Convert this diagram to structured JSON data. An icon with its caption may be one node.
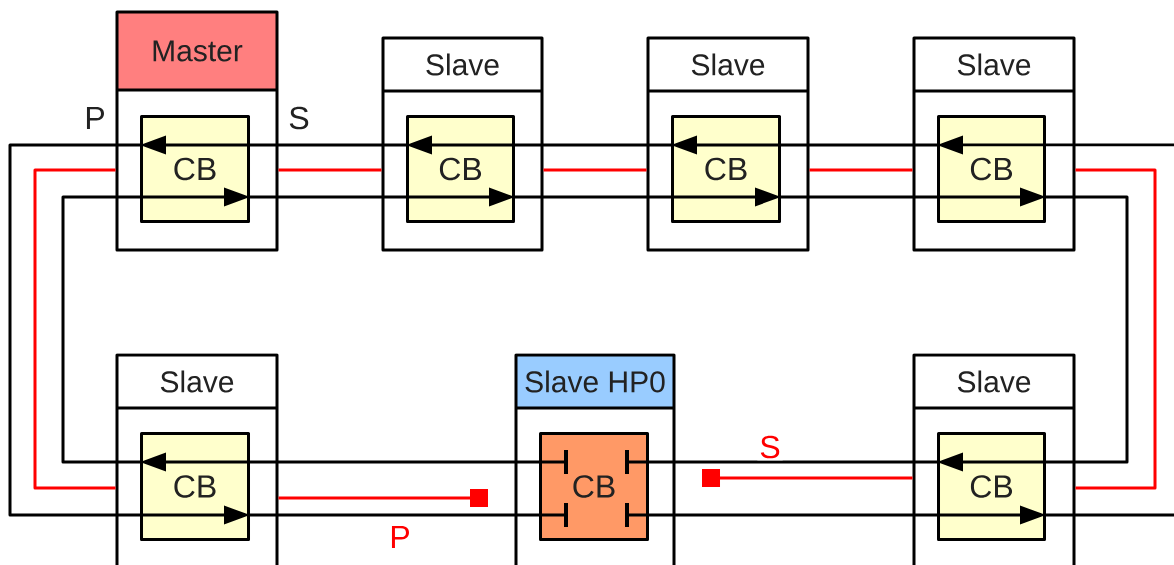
{
  "diagram": {
    "nodes": [
      {
        "text": [
          "Master"
        ]
      },
      {
        "text": [
          "CB"
        ],
        "in": 0
      },
      {
        "text": [
          "Slave"
        ]
      },
      {
        "text": [
          "CB"
        ],
        "in": 2
      },
      {
        "text": [
          "Slave"
        ]
      },
      {
        "text": [
          "CB"
        ],
        "in": 4
      },
      {
        "text": [
          "Slave"
        ]
      },
      {
        "text": [
          "CB"
        ],
        "in": 6
      },
      {
        "text": [
          "Slave"
        ]
      },
      {
        "text": [
          "CB"
        ],
        "in": 8
      },
      {
        "text": [
          "Slave HP0"
        ]
      },
      {
        "text": [
          "CB"
        ],
        "in": 10
      },
      {
        "text": [
          "Slave"
        ]
      },
      {
        "text": [
          "CB"
        ],
        "in": 12
      }
    ],
    "edges": [
      {
        "from": null,
        "to": 7,
        "arrow": "to"
      },
      {
        "from": 7,
        "to": 5,
        "arrow": "to"
      },
      {
        "from": 5,
        "to": 3,
        "arrow": "to"
      },
      {
        "from": 3,
        "to": 1,
        "arrow": "to"
      },
      {
        "from": 1,
        "to": 9,
        "arrow": "to"
      },
      {
        "from": 9,
        "to": 11,
        "arrow": "none"
      },
      {
        "from": 11,
        "to": 13,
        "arrow": "to"
      },
      {
        "from": 13,
        "to": null,
        "arrow": "none"
      },
      {
        "from": 11,
        "to": 9,
        "arrow": "to"
      },
      {
        "from": 9,
        "to": 1,
        "arrow": "to"
      },
      {
        "from": 1,
        "to": 3,
        "arrow": "to"
      },
      {
        "from": 3,
        "to": 5,
        "arrow": "to"
      },
      {
        "from": 5,
        "to": 7,
        "arrow": "to"
      },
      {
        "from": 7,
        "to": 13,
        "arrow": "to"
      },
      {
        "from": 13,
        "to": 11,
        "arrow": "none"
      },
      {
        "from": 0,
        "to": 2,
        "arrow": "none",
        "color": "#ff0000"
      },
      {
        "from": 2,
        "to": 4,
        "arrow": "none",
        "color": "#ff0000"
      },
      {
        "from": 4,
        "to": 6,
        "arrow": "none",
        "color": "#ff0000"
      },
      {
        "from": 0,
        "to": 8,
        "arrow": "none",
        "color": "#ff0000"
      },
      {
        "from": 6,
        "to": 12,
        "arrow": "none",
        "color": "#ff0000"
      },
      {
        "from": 8,
        "to": null,
        "arrow": "other",
        "label": "P",
        "color": "#ff0000"
      },
      {
        "from": 12,
        "to": null,
        "arrow": "other",
        "label": "S",
        "color": "#ff0000"
      }
    ],
    "labels": [
      "P",
      "S"
    ]
  }
}
